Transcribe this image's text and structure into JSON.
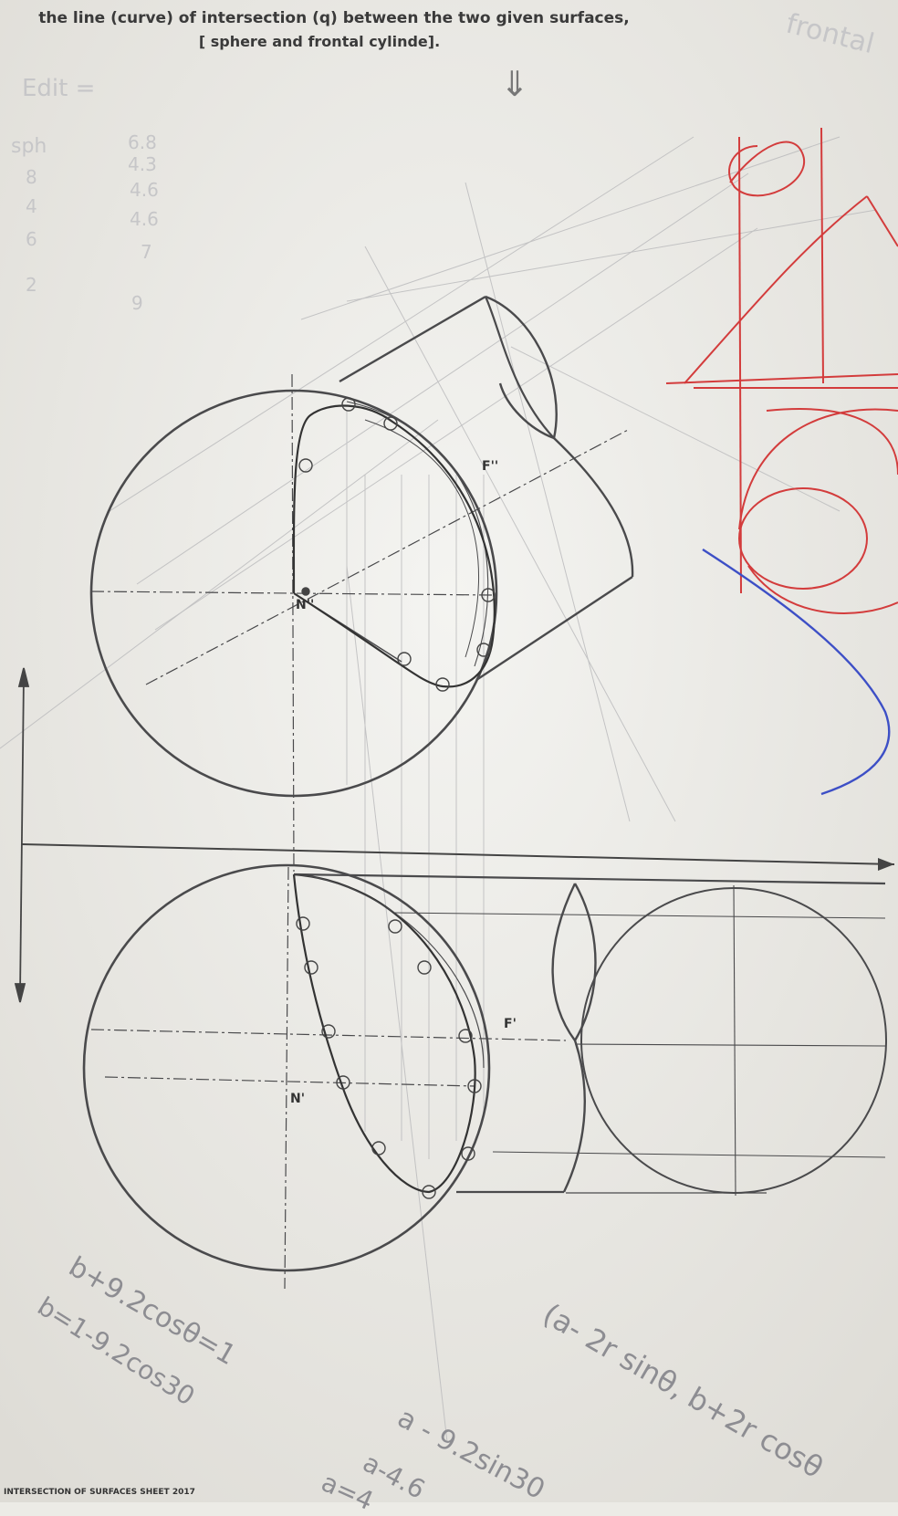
{
  "header": {
    "line1": "the line (curve) of intersection (q) between the two given surfaces,",
    "line2": "[ sphere and frontal cylinde]."
  },
  "margin_notes": {
    "edit": "Edit =",
    "frontal": "frontal",
    "sph": "sph",
    "table_left": [
      "8",
      "4",
      "6",
      "2"
    ],
    "table_right": [
      "6.8",
      "4.3",
      "4.6",
      "4.6",
      "7",
      "9"
    ]
  },
  "labels": {
    "f_front": "F''",
    "n_front": "N''",
    "f_top": "F'",
    "n_top": "N'",
    "arrow": "⇓"
  },
  "formulas": {
    "f1": "b+9.2cosθ=1",
    "f2": "b=1-9.2cos30",
    "f3": "(a- 2r sinθ, b+2r cosθ",
    "f4": "a - 9.2sin30",
    "f5": "a-4.6",
    "f6": "a=4"
  },
  "footer": "INTERSECTION OF SURFACES SHEET 2017"
}
